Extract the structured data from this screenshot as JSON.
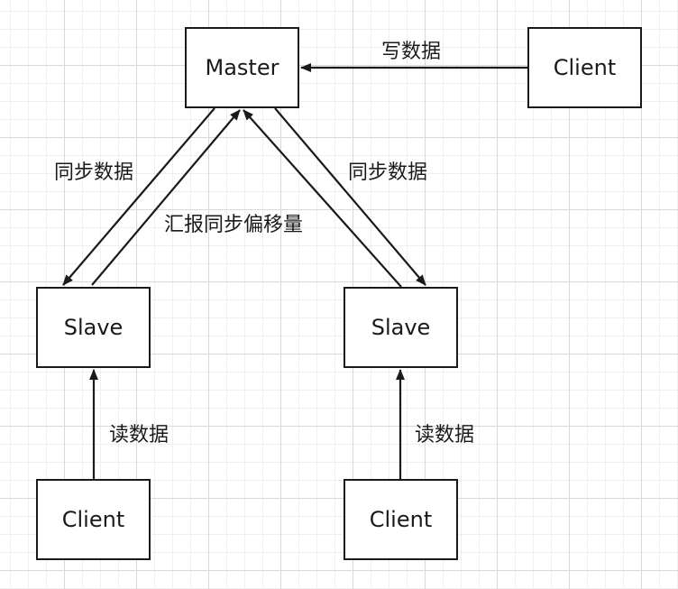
{
  "nodes": {
    "master": "Master",
    "client_write": "Client",
    "slave_left": "Slave",
    "slave_right": "Slave",
    "client_read_left": "Client",
    "client_read_right": "Client"
  },
  "edges": {
    "write_data": "写数据",
    "sync_data_left": "同步数据",
    "report_offset": "汇报同步偏移量",
    "sync_data_right": "同步数据",
    "read_data_left": "读数据",
    "read_data_right": "读数据"
  },
  "colors": {
    "stroke": "#1a1a1a",
    "grid": "#d9d9d9"
  }
}
